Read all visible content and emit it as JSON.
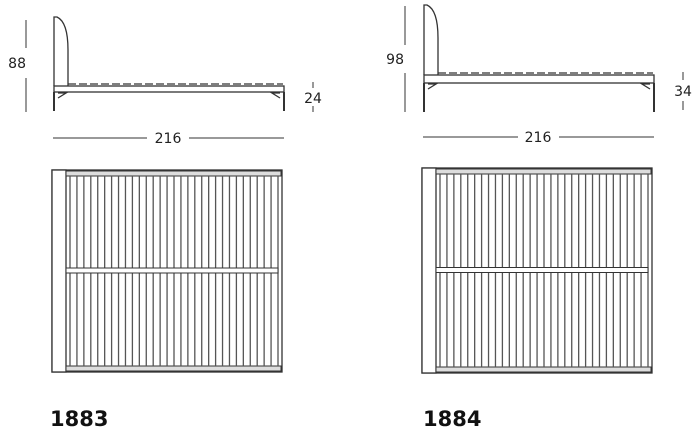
{
  "models": [
    {
      "code": "1883",
      "height": "88",
      "frame_height": "24",
      "length": "216"
    },
    {
      "code": "1884",
      "height": "98",
      "frame_height": "34",
      "length": "216"
    }
  ],
  "colors": {
    "line": "#333333",
    "slat": "#555555"
  }
}
